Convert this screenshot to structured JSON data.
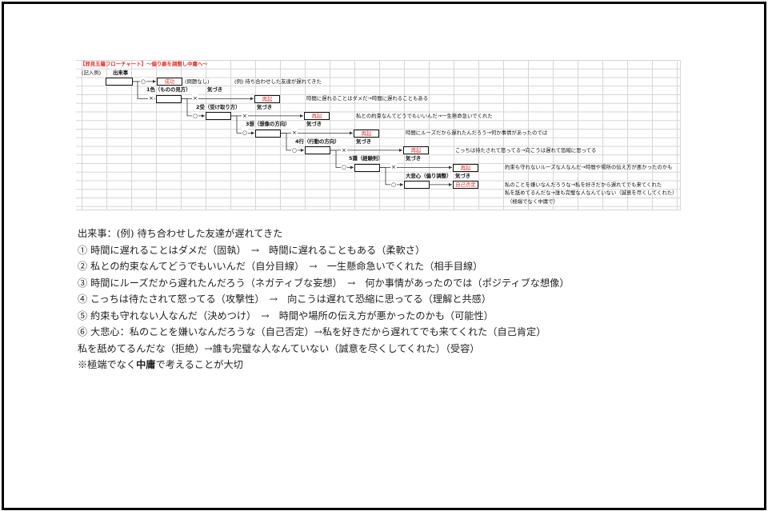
{
  "flowchart": {
    "title": "【邪見五蘊フローチャート】～偏り癖を調整し中庸へ～",
    "example_label": "(記入例)",
    "event_label": "出来事",
    "ok_mark": "○",
    "ng_mark": "×",
    "success_label": "成功",
    "success_note": "(問題なし)",
    "example_event": "(例) 待ち合わせした友達が遅れてきた",
    "notice_label": "気づき",
    "steps": [
      {
        "label": "1色（ものの見方）",
        "result": "再起",
        "reframe": "時間に遅れることはダメだ→時間に遅れることもある"
      },
      {
        "label": "2受（受け取り方）",
        "result": "再起",
        "reframe": "私との約束なんてどうでもいいんだ→一生懸命急いでくれた"
      },
      {
        "label": "3想（想像の方向）",
        "result": "再起",
        "reframe": "時間にルーズだから遅れたんだろう→何か事情があったのでは"
      },
      {
        "label": "4行（行動の方向）",
        "result": "再起",
        "reframe": "こっちは待たされて怒ってる→向こうは遅れて恐縮に思ってる"
      },
      {
        "label": "5識（経験則）",
        "result": "再起",
        "reframe": "約束も守れないルーズな人なんだ→時間や場所の伝え方が悪かったのかも"
      },
      {
        "label": "大悲心（偏り調整）",
        "result": "自己否定",
        "reframe": "私のことを嫌いなんだろうな→私を好きだから遅れてでも来てくれた"
      }
    ],
    "extra_reframe": "私を舐めてるんだな→誰も完璧な人なんていない（誠意を尽くしてくれた）",
    "footnote": "（極端でなく中庸で）"
  },
  "summary": {
    "event_line": "出来事：(例) 待ち合わせした友達が遅れてきた",
    "lines": [
      "① 時間に遅れることはダメだ（固執）　→　時間に遅れることもある（柔軟さ）",
      "② 私との約束なんてどうでもいいんだ（自分目線）　→　一生懸命急いでくれた（相手目線）",
      "③ 時間にルーズだから遅れたんだろう（ネガティブな妄想）　→　何か事情があったのでは（ポジティブな想像）",
      "④ こっちは待たされて怒ってる（攻撃性）　→　向こうは遅れて恐縮に思ってる（理解と共感）",
      "⑤ 約束も守れない人なんだ（決めつけ）　→　時間や場所の伝え方が悪かったのかも（可能性）",
      "⑥ 大悲心：私のことを嫌いなんだろうな（自己否定）→私を好きだから遅れてでも来てくれた（自己肯定）",
      "私を舐めてるんだな（拒絶）→誰も完璧な人なんていない（誠意を尽くしてくれた）（受容）"
    ],
    "closing": {
      "before": "※極端でなく",
      "emphasis": "中庸",
      "after": "で考えることが大切"
    }
  },
  "colors": {
    "accent": "#e8322e",
    "grid": "#d6d6d6",
    "text": "#222222",
    "border": "#000000"
  }
}
